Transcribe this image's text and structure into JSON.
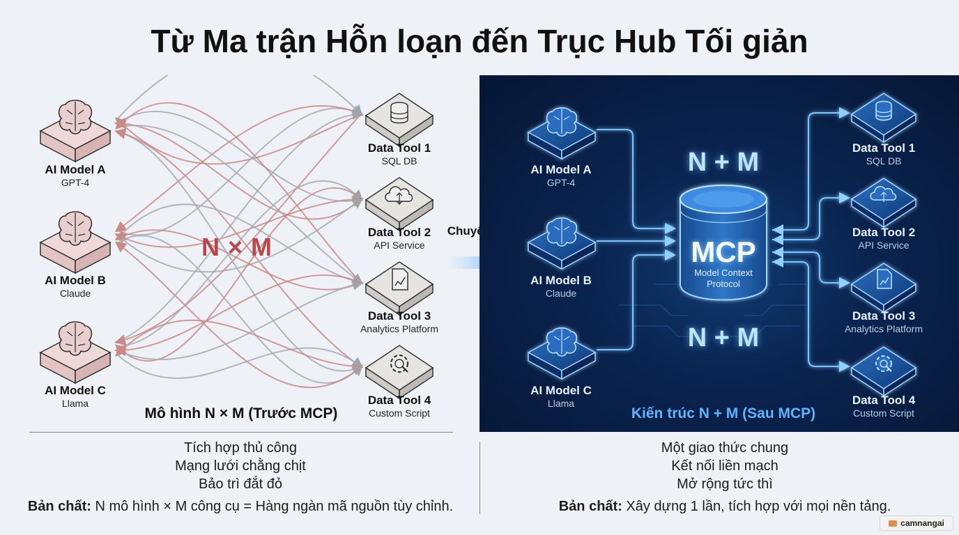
{
  "title": "Từ Ma trận Hỗn loạn đến Trục Hub Tối giản",
  "colors": {
    "chaos_red": "#c98a88",
    "chaos_gray": "#a7acb1",
    "panel_dark": "#0a2450",
    "glow_blue": "#5db4ff"
  },
  "left": {
    "center_label": "N × M",
    "caption": "Mô hình N × M (Trước MCP)",
    "models": [
      {
        "name": "AI Model A",
        "sub": "GPT-4",
        "icon": "brain-icon"
      },
      {
        "name": "AI Model B",
        "sub": "Claude",
        "icon": "brain-icon"
      },
      {
        "name": "AI Model C",
        "sub": "Llama",
        "icon": "brain-icon"
      }
    ],
    "tools": [
      {
        "name": "Data Tool 1",
        "sub": "SQL DB",
        "icon": "database-icon"
      },
      {
        "name": "Data Tool 2",
        "sub": "API Service",
        "icon": "cloud-icon"
      },
      {
        "name": "Data Tool 3",
        "sub": "Analytics Platform",
        "icon": "document-chart-icon"
      },
      {
        "name": "Data Tool 4",
        "sub": "Custom Script",
        "icon": "gear-icon"
      }
    ]
  },
  "transform_label": "Chuyển đổi",
  "right": {
    "top_label": "N + M",
    "bottom_label": "N + M",
    "hub_title": "MCP",
    "hub_sub": "Model Context Protocol",
    "caption": "Kiến trúc N + M (Sau MCP)",
    "models": [
      {
        "name": "AI Model A",
        "sub": "GPT-4",
        "icon": "brain-icon"
      },
      {
        "name": "AI Model B",
        "sub": "Claude",
        "icon": "brain-icon"
      },
      {
        "name": "AI Model C",
        "sub": "Llama",
        "icon": "brain-icon"
      }
    ],
    "tools": [
      {
        "name": "Data Tool 1",
        "sub": "SQL DB",
        "icon": "database-icon"
      },
      {
        "name": "Data Tool 2",
        "sub": "API Service",
        "icon": "cloud-icon"
      },
      {
        "name": "Data Tool 3",
        "sub": "Analytics Platform",
        "icon": "document-chart-icon"
      },
      {
        "name": "Data Tool 4",
        "sub": "Custom Script",
        "icon": "gear-icon"
      }
    ]
  },
  "bottom_left": {
    "lines": [
      "Tích hợp thủ công",
      "Mạng lưới chằng chịt",
      "Bảo trì đắt đỏ"
    ],
    "essence_label": "Bản chất:",
    "essence_text": " N mô hình × M công cụ = Hàng ngàn mã nguồn tùy chỉnh."
  },
  "bottom_right": {
    "lines": [
      "Một giao thức chung",
      "Kết nối liền mạch",
      "Mở rộng tức thì"
    ],
    "essence_label": "Bản chất:",
    "essence_text": " Xây dựng 1 lần, tích hợp với mọi nền tảng."
  },
  "badge": "camnangai"
}
